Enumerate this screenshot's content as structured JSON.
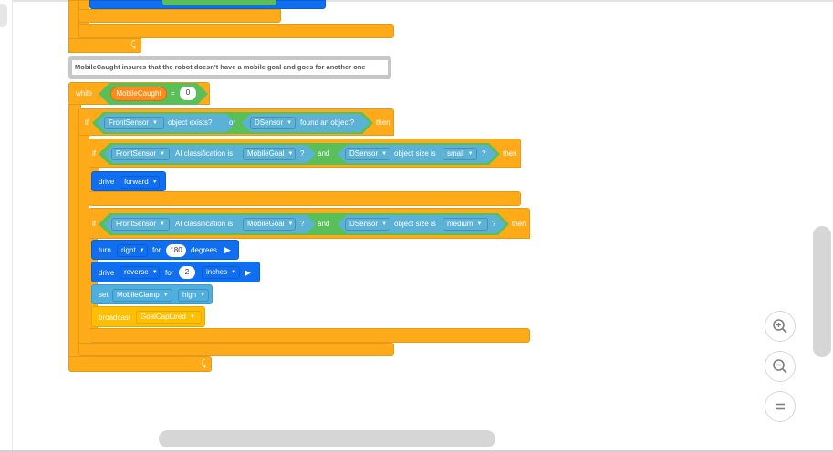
{
  "comment": {
    "text": "MobileCaught insures that the robot doesn't have a mobile goal and goes for another one"
  },
  "while_block": {
    "keyword": "while",
    "variable": "MobileCaught",
    "operator": "=",
    "value": "0"
  },
  "outer_if": {
    "keyword": "if",
    "sensor": "FrontSensor",
    "condition": "object exists?",
    "joiner": "or",
    "sensor2": "DSensor",
    "condition2": "found an object?",
    "then": "then"
  },
  "inner_if_1": {
    "keyword": "if",
    "sensor": "FrontSensor",
    "ai_text": "AI classification is",
    "ai_value": "MobileGoal",
    "q": "?",
    "joiner": "and",
    "sensor2": "DSensor",
    "size_text": "object size is",
    "size_value": "small",
    "q2": "?",
    "then": "then"
  },
  "drive_1": {
    "keyword": "drive",
    "direction": "forward"
  },
  "inner_if_2": {
    "keyword": "if",
    "sensor": "FrontSensor",
    "ai_text": "AI classification is",
    "ai_value": "MobileGoal",
    "q": "?",
    "joiner": "and",
    "sensor2": "DSensor",
    "size_text": "object size is",
    "size_value": "medium",
    "q2": "?",
    "then": "then"
  },
  "turn_block": {
    "keyword": "turn",
    "direction": "right",
    "for": "for",
    "amount": "180",
    "unit": "degrees"
  },
  "drive_2": {
    "keyword": "drive",
    "direction": "reverse",
    "for": "for",
    "amount": "2",
    "unit": "inches"
  },
  "set_block": {
    "keyword": "set",
    "motor": "MobileClamp",
    "state": "high"
  },
  "broadcast_block": {
    "keyword": "broadcast",
    "message": "GoalCaptured"
  },
  "icons": {
    "loop_arrow": "loop-arrow-icon",
    "play": "play-icon",
    "zoom_in": "zoom-in-icon",
    "zoom_out": "zoom-out-icon",
    "reset": "reset-zoom-icon"
  },
  "colors": {
    "control": "#ffab19",
    "drivetrain": "#0f6ff0",
    "sensing": "#5cb1d6",
    "operator": "#59c059",
    "variable": "#ff8c1a",
    "event": "#ffbf00",
    "motion": "#4fb0e0"
  }
}
